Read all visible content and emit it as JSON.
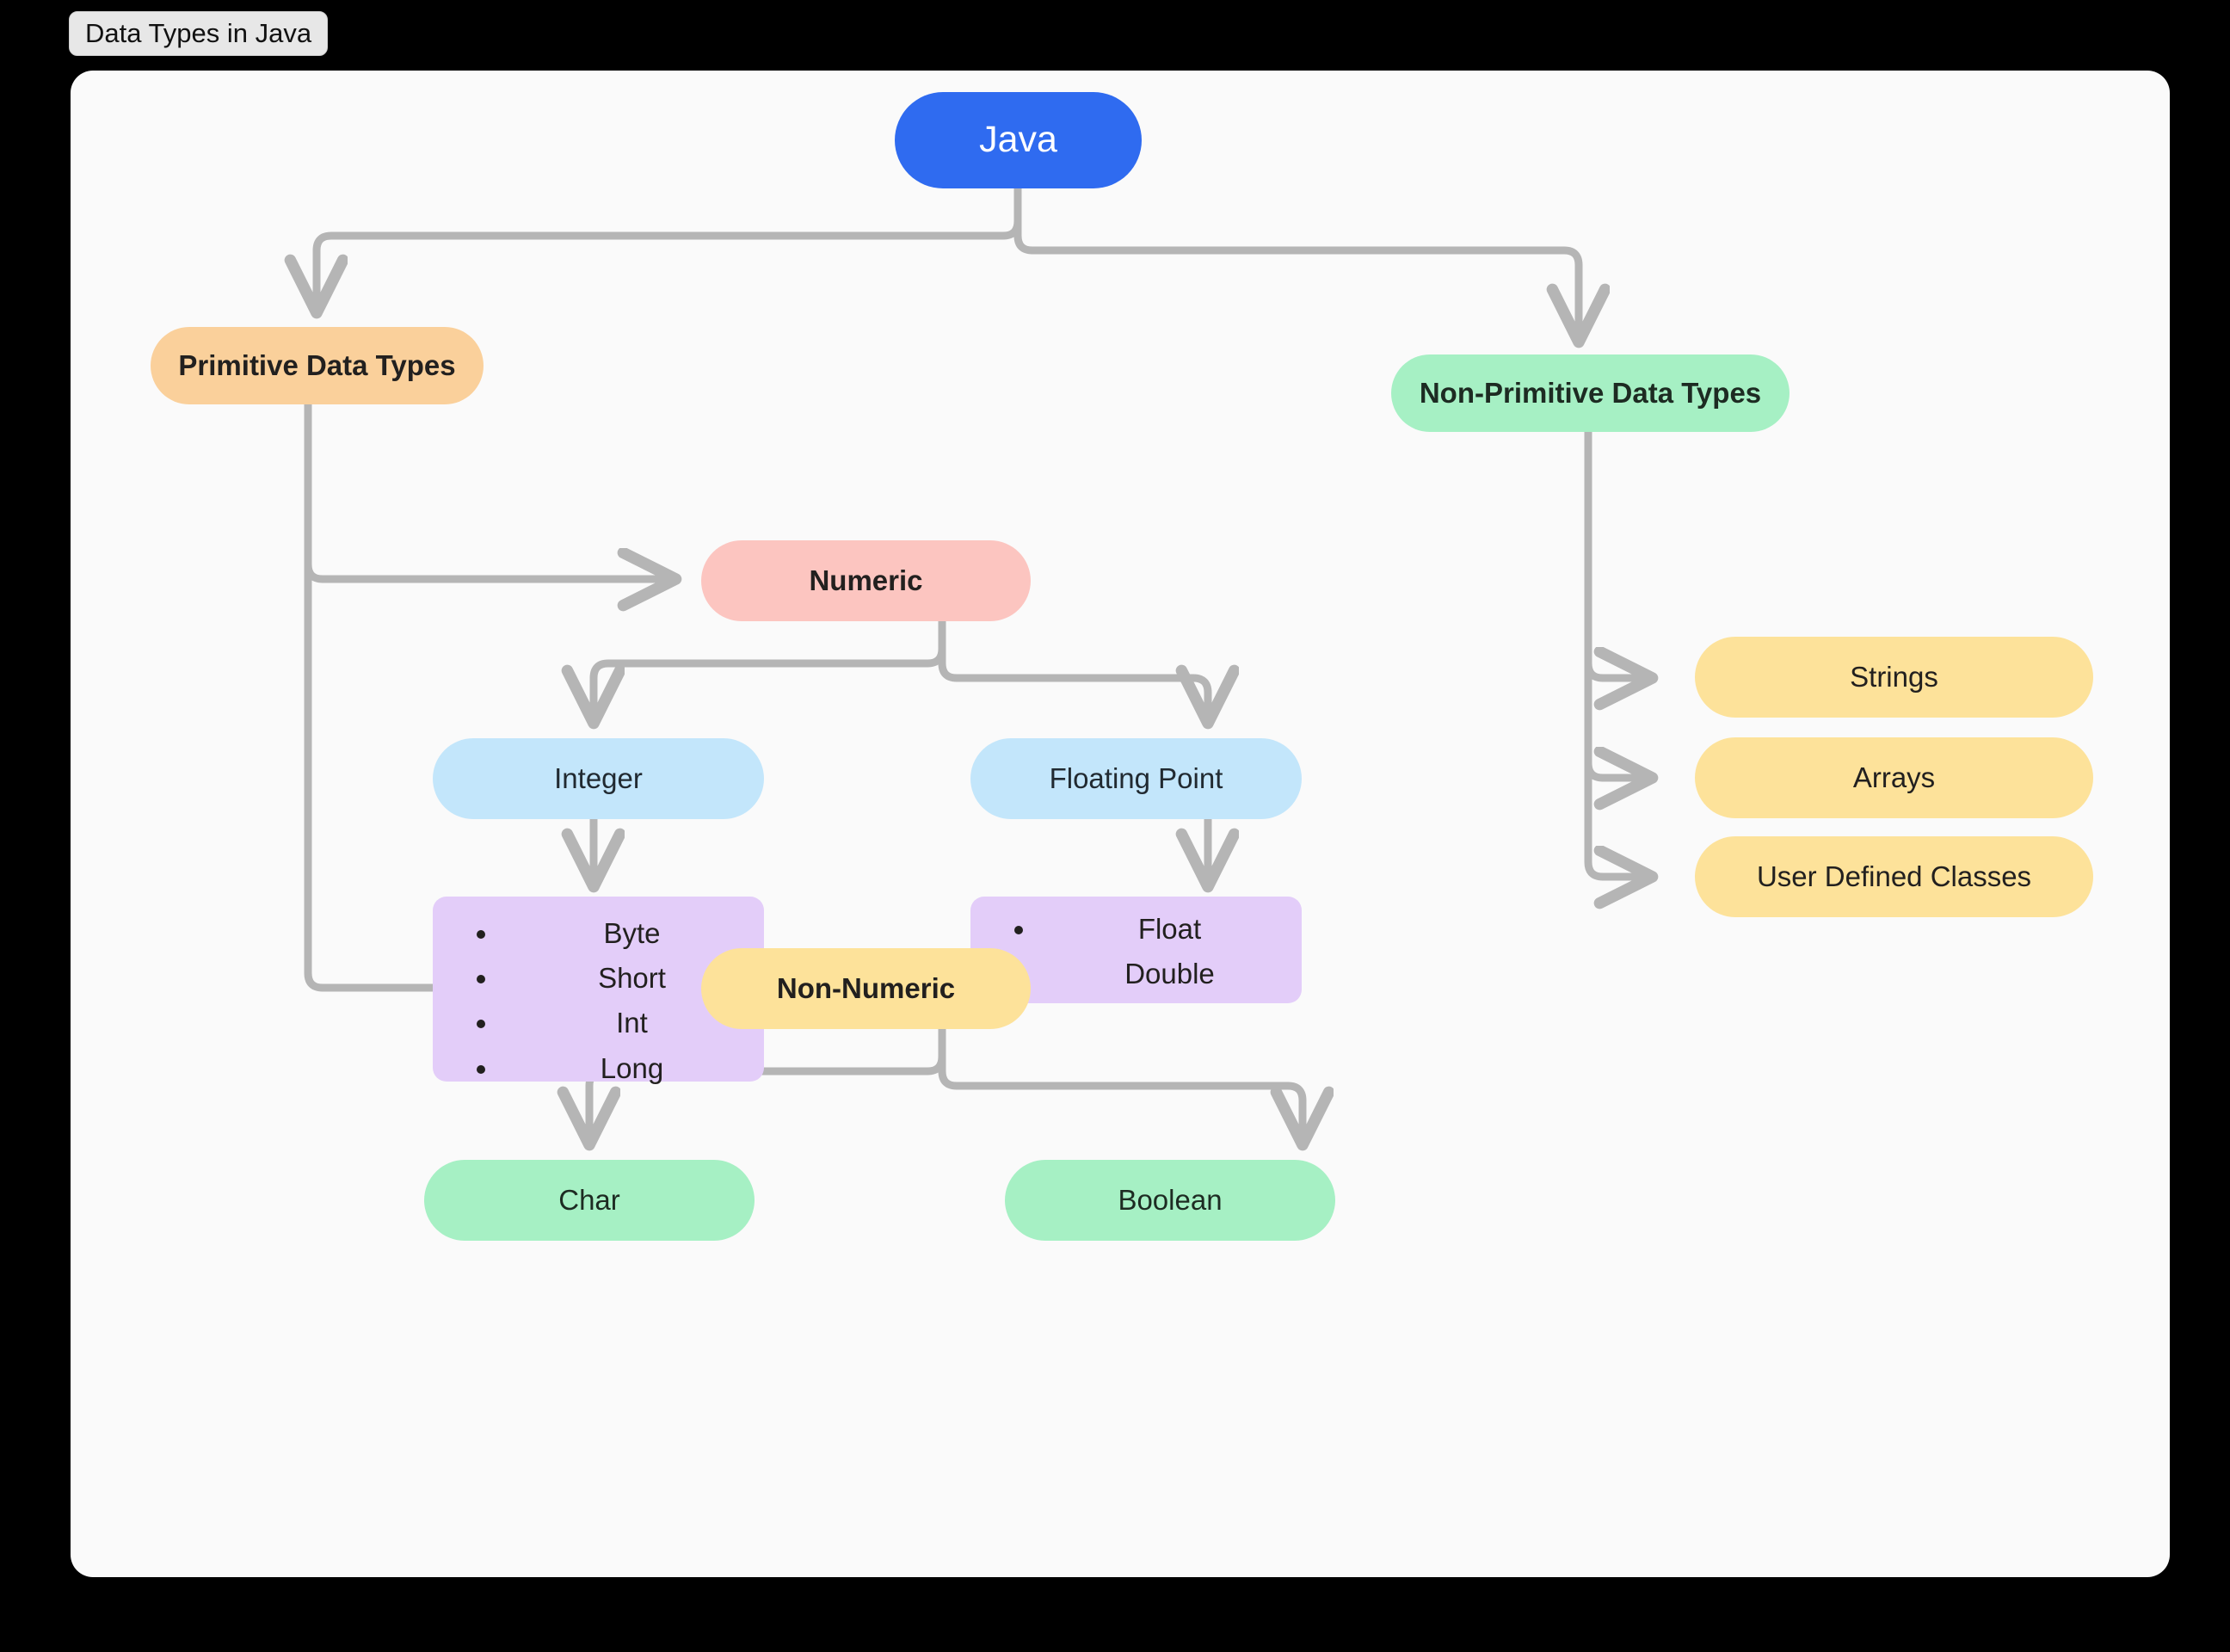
{
  "window": {
    "title": "Data Types in Java"
  },
  "canvas": {
    "background": "#fafafa",
    "edge_color": "#b5b5b5",
    "page_background": "#000000"
  },
  "diagram": {
    "type": "tree",
    "root": "Java",
    "nodes": [
      {
        "id": "java",
        "label": "Java",
        "color": "#2f6bf0",
        "text_color": "#ffffff",
        "bold": false,
        "shape": "pill"
      },
      {
        "id": "primitive",
        "label": "Primitive Data Types",
        "color": "#fad09b",
        "text_color": "#22201f",
        "bold": true,
        "shape": "pill"
      },
      {
        "id": "nonprimitive",
        "label": "Non-Primitive Data Types",
        "color": "#a6f0c4",
        "text_color": "#1d2b22",
        "bold": true,
        "shape": "pill"
      },
      {
        "id": "numeric",
        "label": "Numeric",
        "color": "#fcc5c0",
        "text_color": "#2b1e1e",
        "bold": true,
        "shape": "pill"
      },
      {
        "id": "nonnumeric",
        "label": "Non-Numeric",
        "color": "#fde29a",
        "text_color": "#2b2414",
        "bold": true,
        "shape": "pill"
      },
      {
        "id": "integer",
        "label": "Integer",
        "color": "#c3e6fb",
        "text_color": "#212a31",
        "bold": false,
        "shape": "pill"
      },
      {
        "id": "floating",
        "label": "Floating Point",
        "color": "#c3e6fb",
        "text_color": "#212a31",
        "bold": false,
        "shape": "pill"
      },
      {
        "id": "char",
        "label": "Char",
        "color": "#a6f0c4",
        "text_color": "#1d2b22",
        "bold": false,
        "shape": "pill"
      },
      {
        "id": "boolean",
        "label": "Boolean",
        "color": "#a6f0c4",
        "text_color": "#1d2b22",
        "bold": false,
        "shape": "pill"
      },
      {
        "id": "strings",
        "label": "Strings",
        "color": "#fde29a",
        "text_color": "#2b2414",
        "bold": false,
        "shape": "pill"
      },
      {
        "id": "arrays",
        "label": "Arrays",
        "color": "#fde29a",
        "text_color": "#2b2414",
        "bold": false,
        "shape": "pill"
      },
      {
        "id": "userclasses",
        "label": "User Defined Classes",
        "color": "#fde29a",
        "text_color": "#2b2414",
        "bold": false,
        "shape": "pill"
      },
      {
        "id": "integer_list",
        "label": "",
        "color": "#e3cdf9",
        "shape": "box",
        "items": [
          "Byte",
          "Short",
          "Int",
          "Long"
        ]
      },
      {
        "id": "floating_list",
        "label": "",
        "color": "#e3cdf9",
        "shape": "box",
        "items": [
          "Float",
          "Double"
        ]
      }
    ],
    "edges": [
      {
        "from": "java",
        "to": "primitive"
      },
      {
        "from": "java",
        "to": "nonprimitive"
      },
      {
        "from": "primitive",
        "to": "numeric"
      },
      {
        "from": "primitive",
        "to": "nonnumeric"
      },
      {
        "from": "numeric",
        "to": "integer"
      },
      {
        "from": "numeric",
        "to": "floating"
      },
      {
        "from": "integer",
        "to": "integer_list"
      },
      {
        "from": "floating",
        "to": "floating_list"
      },
      {
        "from": "nonnumeric",
        "to": "char"
      },
      {
        "from": "nonnumeric",
        "to": "boolean"
      },
      {
        "from": "nonprimitive",
        "to": "strings"
      },
      {
        "from": "nonprimitive",
        "to": "arrays"
      },
      {
        "from": "nonprimitive",
        "to": "userclasses"
      }
    ],
    "labels": {
      "java": "Java",
      "primitive": "Primitive Data Types",
      "nonprimitive": "Non-Primitive Data Types",
      "numeric": "Numeric",
      "nonnumeric": "Non-Numeric",
      "integer": "Integer",
      "floating": "Floating Point",
      "char": "Char",
      "boolean": "Boolean",
      "strings": "Strings",
      "arrays": "Arrays",
      "userclasses": "User Defined Classes",
      "integer_items": [
        "Byte",
        "Short",
        "Int",
        "Long"
      ],
      "floating_items": [
        "Float",
        "Double"
      ]
    }
  }
}
